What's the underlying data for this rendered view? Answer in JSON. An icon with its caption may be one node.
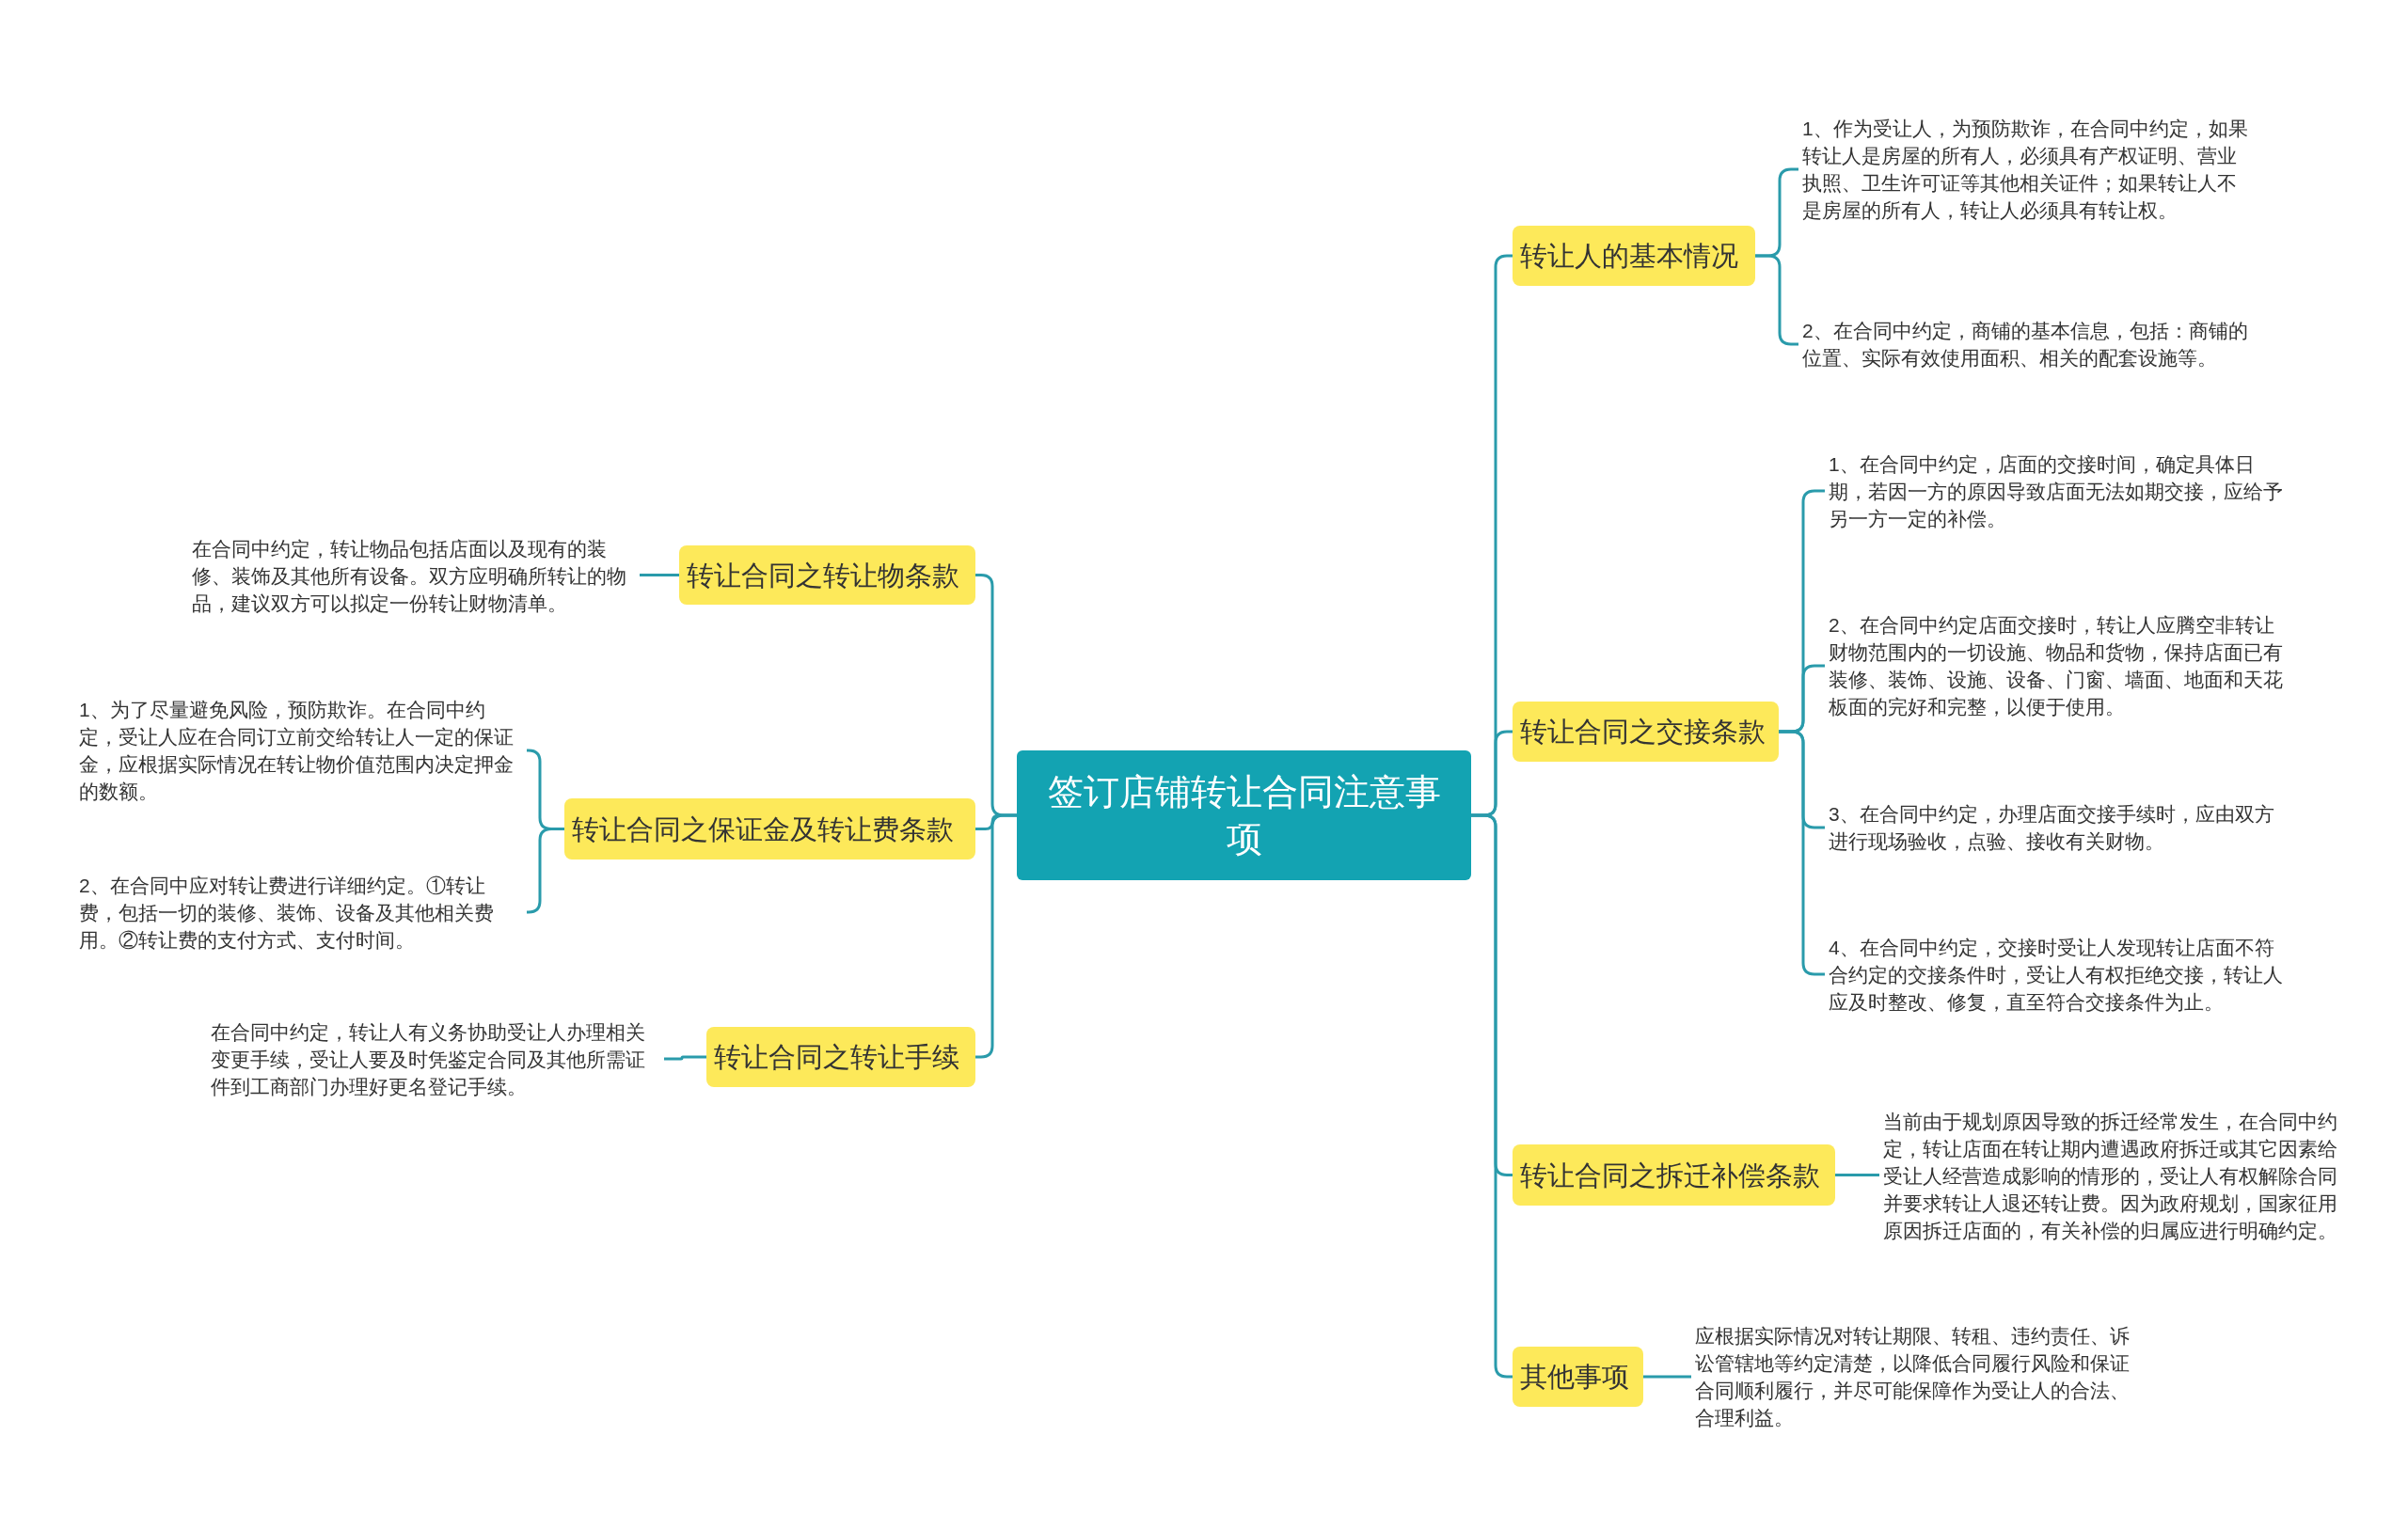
{
  "diagram": {
    "nodes": [
      {
        "text": [
          "签订店铺转让合同注意事项"
        ]
      },
      {
        "text": [
          "转让人的基本情况"
        ]
      },
      {
        "text": [
          "1、作为受让人，为预防欺诈，在合同中约定，如果转让人是房屋的所有人，必须具有产权证明、营业执照、卫生许可证等其他相关证件；如果转让人不是房屋的所有人，转让人必须具有转让权。"
        ]
      },
      {
        "text": [
          "2、在合同中约定，商铺的基本信息，包括：商铺的位置、实际有效使用面积、相关的配套设施等。"
        ]
      },
      {
        "text": [
          "转让合同之交接条款"
        ]
      },
      {
        "text": [
          "1、在合同中约定，店面的交接时间，确定具体日期，若因一方的原因导致店面无法如期交接，应给予另一方一定的补偿。"
        ]
      },
      {
        "text": [
          "2、在合同中约定店面交接时，转让人应腾空非转让财物范围内的一切设施、物品和货物，保持店面已有装修、装饰、设施、设备、门窗、墙面、地面和天花板面的完好和完整，以便于使用。"
        ]
      },
      {
        "text": [
          "3、在合同中约定，办理店面交接手续时，应由双方进行现场验收，点验、接收有关财物。"
        ]
      },
      {
        "text": [
          "4、在合同中约定，交接时受让人发现转让店面不符合约定的交接条件时，受让人有权拒绝交接，转让人应及时整改、修复，直至符合交接条件为止。"
        ]
      },
      {
        "text": [
          "转让合同之拆迁补偿条款"
        ]
      },
      {
        "text": [
          "当前由于规划原因导致的拆迁经常发生，在合同中约定，转让店面在转让期内遭遇政府拆迁或其它因素给受让人经营造成影响的情形的，受让人有权解除合同并要求转让人退还转让费。因为政府规划，国家征用原因拆迁店面的，有关补偿的归属应进行明确约定。"
        ]
      },
      {
        "text": [
          "其他事项"
        ]
      },
      {
        "text": [
          "应根据实际情况对转让期限、转租、违约责任、诉讼管辖地等约定清楚，以降低合同履行风险和保证合同顺利履行，并尽可能保障作为受让人的合法、合理利益。"
        ]
      },
      {
        "text": [
          "转让合同之转让物条款"
        ]
      },
      {
        "text": [
          "在合同中约定，转让物品包括店面以及现有的装修、装饰及其他所有设备。双方应明确所转让的物品，建议双方可以拟定一份转让财物清单。"
        ]
      },
      {
        "text": [
          "转让合同之保证金及转让费条款"
        ]
      },
      {
        "text": [
          "1、为了尽量避免风险，预防欺诈。在合同中约定，受让人应在合同订立前交给转让人一定的保证金，应根据实际情况在转让物价值范围内决定押金的数额。"
        ]
      },
      {
        "text": [
          "2、在合同中应对转让费进行详细约定。①转让费，包括一切的装修、装饰、设备及其他相关费用。②转让费的支付方式、支付时间。"
        ]
      },
      {
        "text": [
          "转让合同之转让手续"
        ]
      },
      {
        "text": [
          "在合同中约定，转让人有义务协助受让人办理相关变更手续，受让人要及时凭鉴定合同及其他所需证件到工商部门办理好更名登记手续。"
        ]
      }
    ],
    "edges": [
      {
        "from": 0,
        "to": 1,
        "arrow": "none"
      },
      {
        "from": 1,
        "to": 2,
        "arrow": "none"
      },
      {
        "from": 1,
        "to": 3,
        "arrow": "none"
      },
      {
        "from": 0,
        "to": 4,
        "arrow": "none"
      },
      {
        "from": 4,
        "to": 5,
        "arrow": "none"
      },
      {
        "from": 4,
        "to": 6,
        "arrow": "none"
      },
      {
        "from": 4,
        "to": 7,
        "arrow": "none"
      },
      {
        "from": 4,
        "to": 8,
        "arrow": "none"
      },
      {
        "from": 0,
        "to": 9,
        "arrow": "none"
      },
      {
        "from": 9,
        "to": 10,
        "arrow": "none"
      },
      {
        "from": 0,
        "to": 11,
        "arrow": "none"
      },
      {
        "from": 11,
        "to": 12,
        "arrow": "none"
      },
      {
        "from": 0,
        "to": 13,
        "arrow": "none"
      },
      {
        "from": 13,
        "to": 14,
        "arrow": "none"
      },
      {
        "from": 0,
        "to": 15,
        "arrow": "none"
      },
      {
        "from": 15,
        "to": 16,
        "arrow": "none"
      },
      {
        "from": 15,
        "to": 17,
        "arrow": "none"
      },
      {
        "from": 0,
        "to": 18,
        "arrow": "none"
      },
      {
        "from": 18,
        "to": 19,
        "arrow": "none"
      }
    ]
  }
}
